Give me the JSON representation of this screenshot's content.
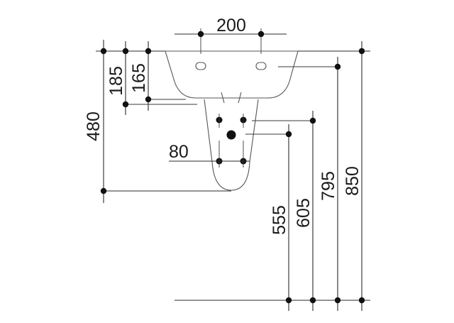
{
  "drawing": {
    "dimensions": {
      "tap_hole_spacing": "200",
      "rim_height_offset": "185",
      "overflow_offset": "165",
      "pedestal_height": "480",
      "waste_spacing": "80",
      "waste_height": "555",
      "supply_height": "605",
      "overflow_height": "795",
      "total_height": "850"
    }
  }
}
